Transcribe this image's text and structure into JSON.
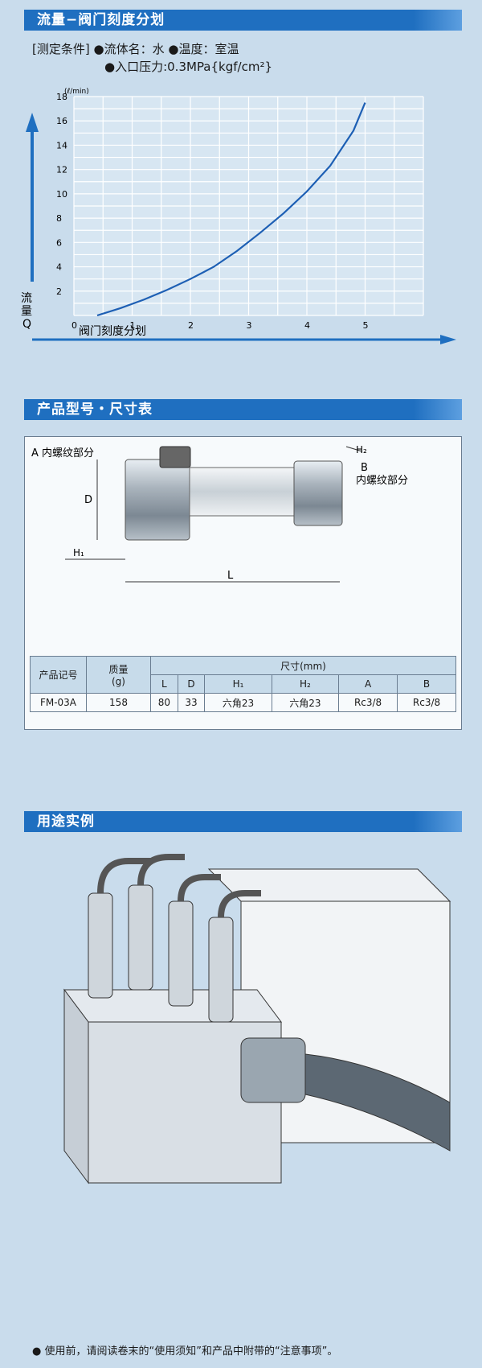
{
  "sections": {
    "flow_title": "流量−阀门刻度分划",
    "product_title": "产品型号・尺寸表",
    "usage_title": "用途实例"
  },
  "conditions": {
    "prefix": "[测定条件]",
    "fluid": "●流体名：水",
    "temp": "●温度：室温",
    "pressure": "●入口压力:0.3MPa{kgf/cm²}"
  },
  "chart_data": {
    "type": "line",
    "title": "",
    "xlabel": "阀门刻度分划",
    "ylabel": "流量 Q",
    "yunit": "(ℓ/min)",
    "xlim": [
      0,
      6
    ],
    "ylim": [
      0,
      18
    ],
    "xticks": [
      0,
      1,
      2,
      3,
      4,
      5
    ],
    "yticks": [
      2,
      4,
      6,
      8,
      10,
      12,
      14,
      16,
      18
    ],
    "grid": true,
    "x": [
      0.4,
      0.8,
      1.2,
      1.6,
      2.0,
      2.4,
      2.8,
      3.2,
      3.6,
      4.0,
      4.4,
      4.8,
      5.0
    ],
    "y": [
      0.0,
      0.6,
      1.3,
      2.1,
      3.0,
      4.0,
      5.3,
      6.8,
      8.4,
      10.2,
      12.3,
      15.2,
      17.5
    ]
  },
  "diagram": {
    "a_label": "A 内螺纹部分",
    "b_label": "B",
    "b_sub": "内螺纹部分",
    "h2": "H₂",
    "h1": "H₁",
    "d": "D",
    "l": "L"
  },
  "table": {
    "h_model": "产品记号",
    "h_mass": "质量",
    "h_mass_unit": "(g)",
    "h_dim": "尺寸(mm)",
    "cols": [
      "L",
      "D",
      "H₁",
      "H₂",
      "A",
      "B"
    ],
    "row": {
      "model": "FM-03A",
      "mass": "158",
      "vals": [
        "80",
        "33",
        "六角23",
        "六角23",
        "Rc3/8",
        "Rc3/8"
      ]
    }
  },
  "note": "● 使用前，请阅读卷末的“使用须知”和产品中附带的“注意事项”。"
}
